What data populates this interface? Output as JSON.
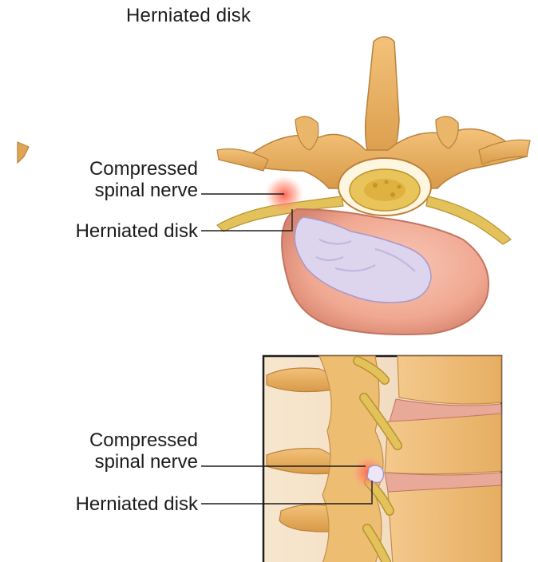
{
  "title": "Herniated disk",
  "top_view": {
    "nerve_label_line1": "Compressed",
    "nerve_label_line2": "spinal nerve",
    "disk_label": "Herniated disk"
  },
  "side_view": {
    "nerve_label_line1": "Compressed",
    "nerve_label_line2": "spinal nerve",
    "disk_label": "Herniated disk"
  },
  "colors": {
    "bone": "#e9b463",
    "bone_shadow": "#c98f3f",
    "disk_ring": "#f2b09a",
    "nucleus": "#ddd4ee",
    "nerve": "#e3c25c",
    "inflammation": "#ff7060"
  }
}
